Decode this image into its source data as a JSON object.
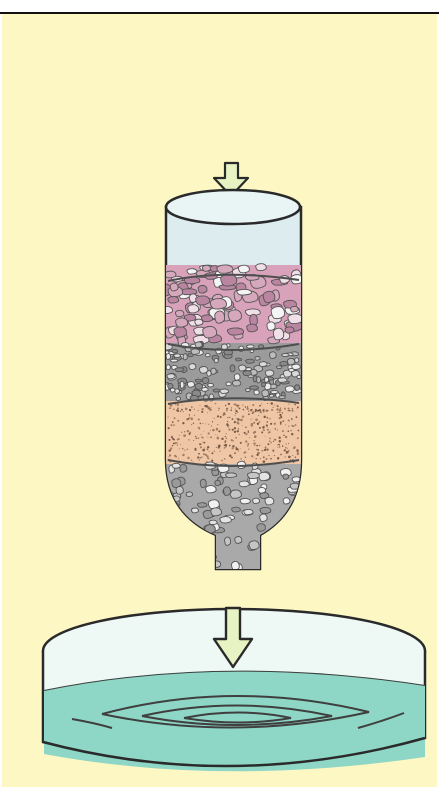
{
  "diagram": {
    "type": "water-filter-illustration",
    "colors": {
      "background": "#fdf7c4",
      "outline": "#2a2a2a",
      "glass": "#d7eef0",
      "water": "#8ed6c6",
      "arrow": "#e7f3c3",
      "sand": "#efc7a6",
      "pink_gravel": "#d8a3ba",
      "dark_gravel": "#8f8f8f"
    },
    "layers": [
      "pink-gravel",
      "dark-gravel",
      "sand",
      "coarse-gravel"
    ],
    "icons": [
      "down-arrow-icon",
      "down-arrow-icon"
    ]
  }
}
